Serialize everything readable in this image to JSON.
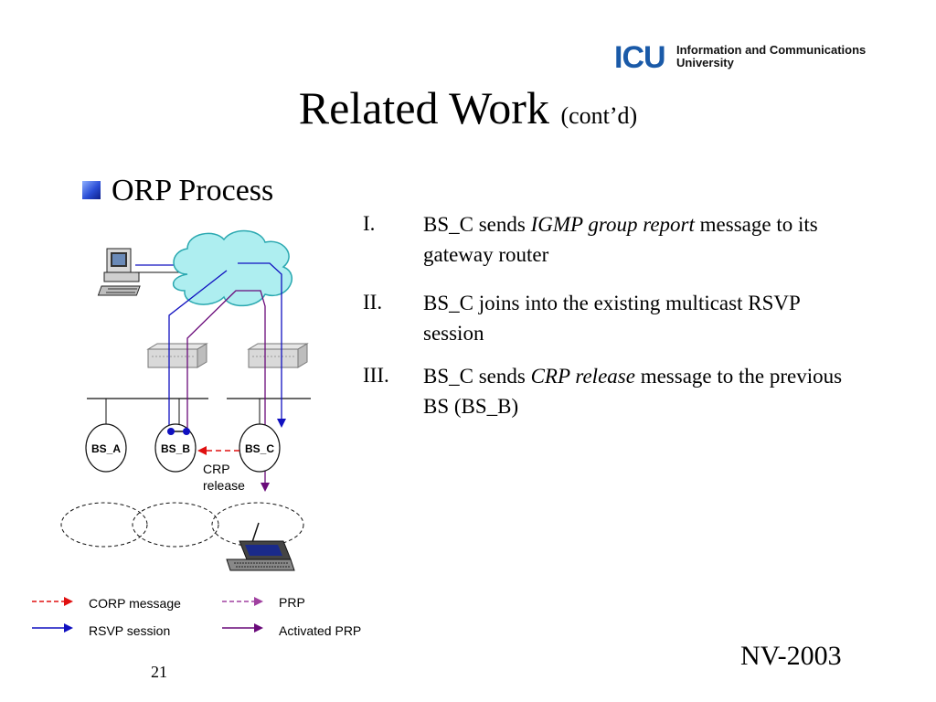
{
  "header": {
    "logo_mark": "ICU",
    "logo_line1": "Information and Communications",
    "logo_line2": "University"
  },
  "title": {
    "main": "Related Work",
    "sub": "(cont’d)"
  },
  "section": {
    "label": "ORP Process"
  },
  "steps": [
    {
      "num": "I.",
      "text_before": "BS_C sends ",
      "text_em": "IGMP group report",
      "text_after": " message to its gateway router"
    },
    {
      "num": "II.",
      "text_before": "BS_C joins into the existing multicast RSVP session",
      "text_em": "",
      "text_after": ""
    },
    {
      "num": "III.",
      "text_before": "BS_C sends ",
      "text_em": "CRP release",
      "text_after": " message to the previous BS (BS_B)"
    }
  ],
  "diagram": {
    "stations": [
      "BS_A",
      "BS_B",
      "BS_C"
    ],
    "crp_label_line1": "CRP",
    "crp_label_line2": "release",
    "colors": {
      "rsvp": "#1010c0",
      "activated_prp": "#6a0a7a",
      "corp": "#e01010",
      "prp": "#a040a0",
      "cloud_fill": "#aeeef0",
      "cloud_stroke": "#2aa8b0"
    }
  },
  "legend": {
    "corp": "CORP message",
    "prp": "PRP",
    "rsvp": "RSVP session",
    "activated_prp": "Activated PRP"
  },
  "footer": {
    "page_number": "21",
    "right_text": "NV-2003"
  }
}
